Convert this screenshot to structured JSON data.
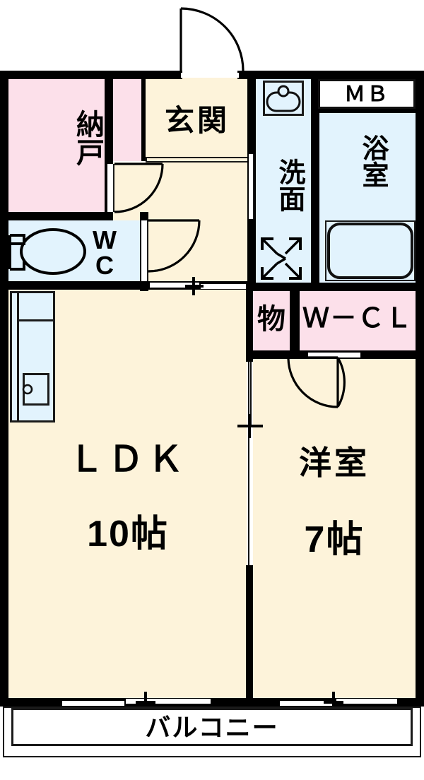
{
  "plan": {
    "type": "japanese-apartment-floor-plan",
    "layout_code": "1LDK",
    "colors": {
      "wall": "#000000",
      "room_floor": "#fdf3da",
      "closet_pink": "#fce0ea",
      "wet_area_blue": "#e2f3fd",
      "balcony_white": "#ffffff",
      "outline": "#1a1a1a"
    },
    "rooms": [
      {
        "id": "nando",
        "label": "納戸",
        "fill": "closet_pink"
      },
      {
        "id": "genkan",
        "label": "玄関",
        "fill": "room_floor"
      },
      {
        "id": "genkan_closet",
        "label": "",
        "fill": "closet_pink"
      },
      {
        "id": "wc",
        "label_line1": "W",
        "label_line2": "C",
        "fill": "wet_area_blue"
      },
      {
        "id": "senmen",
        "label": "洗面",
        "fill": "wet_area_blue"
      },
      {
        "id": "mb",
        "label": "ＭＢ",
        "fill": "balcony_white"
      },
      {
        "id": "yokushitsu",
        "label": "浴室",
        "fill": "wet_area_blue"
      },
      {
        "id": "mono",
        "label": "物",
        "fill": "closet_pink"
      },
      {
        "id": "wcl",
        "label": "Ｗ－ＣＬ",
        "fill": "closet_pink"
      },
      {
        "id": "ldk",
        "label": "ＬＤＫ",
        "size": "10帖",
        "fill": "room_floor"
      },
      {
        "id": "yoshitsu",
        "label": "洋室",
        "size": "7帖",
        "fill": "room_floor"
      },
      {
        "id": "balcony",
        "label": "バルコニー",
        "fill": "balcony_white"
      }
    ],
    "fixtures": [
      {
        "id": "entrance-door",
        "name": "entry-swing-door"
      },
      {
        "id": "kitchen-unit",
        "name": "kitchen-sink-counter"
      },
      {
        "id": "toilet",
        "name": "toilet-fixture"
      },
      {
        "id": "vanity-sink",
        "name": "washbasin"
      },
      {
        "id": "washer-pan",
        "name": "washing-machine-space"
      },
      {
        "id": "bathtub",
        "name": "bathtub"
      },
      {
        "id": "wcl-door",
        "name": "closet-swing-door"
      },
      {
        "id": "nando-door",
        "name": "storeroom-swing-door"
      },
      {
        "id": "hall-door",
        "name": "hall-swing-door"
      },
      {
        "id": "ldk-sliding",
        "name": "ldk-entry-sliding-door"
      },
      {
        "id": "room-sliding",
        "name": "interior-sliding-door"
      },
      {
        "id": "balcony-door-ldk",
        "name": "balcony-sliding-door-ldk"
      },
      {
        "id": "balcony-door-room",
        "name": "balcony-sliding-door-room"
      }
    ]
  },
  "labels": {
    "nando": "納戸",
    "genkan": "玄関",
    "wc_top": "W",
    "wc_bottom": "C",
    "senmen": "洗面",
    "mb": "ＭＢ",
    "yokushitsu": "浴室",
    "mono": "物",
    "wcl": "Ｗ－ＣＬ",
    "ldk": "ＬＤＫ",
    "ldk_size": "10帖",
    "yoshitsu": "洋室",
    "yoshitsu_size": "7帖",
    "balcony": "バルコニー"
  }
}
